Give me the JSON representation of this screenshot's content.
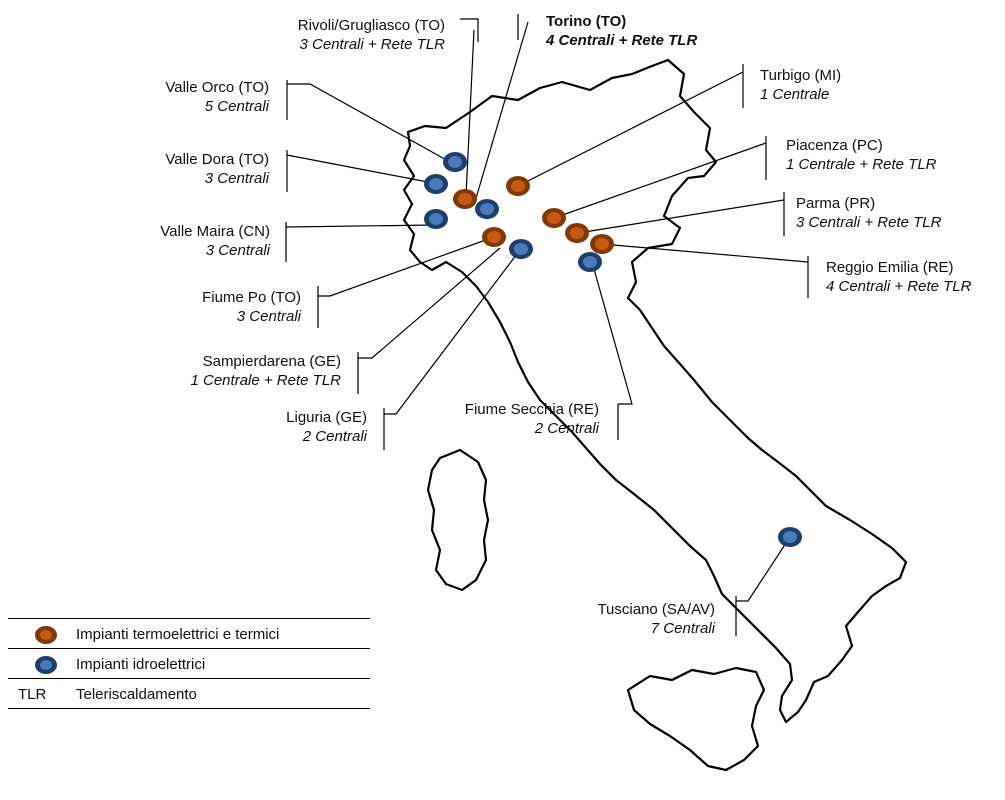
{
  "legend": {
    "thermal_label": "Impianti termoelettrici e termici",
    "hydro_label": "Impianti idroelettrici",
    "tlr_abbr": "TLR",
    "tlr_label": "Teleriscaldamento"
  },
  "colors": {
    "thermal_fill": "#c55a11",
    "thermal_ring": "#7f3a0b",
    "hydro_fill": "#4a7ab8",
    "hydro_ring": "#1f3f6a",
    "map_stroke": "#000000"
  },
  "labels": {
    "rivoli": {
      "name": "Rivoli/Grugliasco (TO)",
      "sub": "3 Centrali + Rete TLR"
    },
    "torino": {
      "name": "Torino (TO)",
      "sub": "4 Centrali + Rete TLR"
    },
    "valle_orco": {
      "name": "Valle Orco (TO)",
      "sub": "5 Centrali"
    },
    "turbigo": {
      "name": "Turbigo (MI)",
      "sub": "1 Centrale"
    },
    "valle_dora": {
      "name": "Valle Dora (TO)",
      "sub": "3 Centrali"
    },
    "piacenza": {
      "name": "Piacenza (PC)",
      "sub": "1 Centrale + Rete TLR"
    },
    "parma": {
      "name": "Parma (PR)",
      "sub": "3 Centrali + Rete TLR"
    },
    "valle_maira": {
      "name": "Valle Maira (CN)",
      "sub": "3 Centrali"
    },
    "reggio": {
      "name": "Reggio Emilia (RE)",
      "sub": "4 Centrali + Rete TLR"
    },
    "fiume_po": {
      "name": "Fiume Po (TO)",
      "sub": "3 Centrali"
    },
    "sampierdarena": {
      "name": "Sampierdarena (GE)",
      "sub": "1 Centrale + Rete TLR"
    },
    "liguria": {
      "name": "Liguria (GE)",
      "sub": "2 Centrali"
    },
    "secchia": {
      "name": "Fiume Secchia (RE)",
      "sub": "2 Centrali"
    },
    "tusciano": {
      "name": "Tusciano (SA/AV)",
      "sub": "7 Centrali"
    }
  }
}
